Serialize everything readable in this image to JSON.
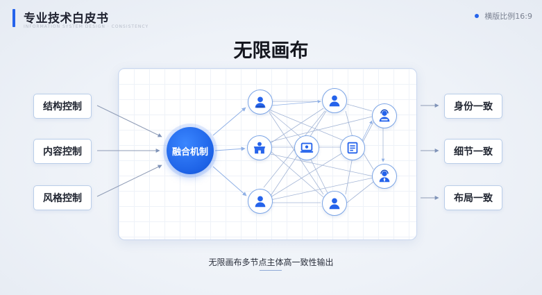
{
  "header": {
    "title": "专业技术白皮书",
    "subtitle": "INFORMATION SYSTEM DESIGN · CONSISTENCY",
    "ratio": "横版比例16:9"
  },
  "main": {
    "title": "无限画布",
    "caption": "无限画布多节点主体高一致性输出"
  },
  "diagram": {
    "inputs": [
      "结构控制",
      "内容控制",
      "风格控制"
    ],
    "hub": "融合机制",
    "outputs": [
      "身份一致",
      "细节一致",
      "布局一致"
    ]
  },
  "colors": {
    "accent": "#2563eb",
    "node_border": "#7aa4e6",
    "icon": "#2563eb"
  },
  "icons": [
    "user-icon",
    "user-icon",
    "store-icon",
    "laptop-icon",
    "document-icon",
    "agent-icon",
    "agent-icon",
    "user-icon",
    "user-icon"
  ]
}
